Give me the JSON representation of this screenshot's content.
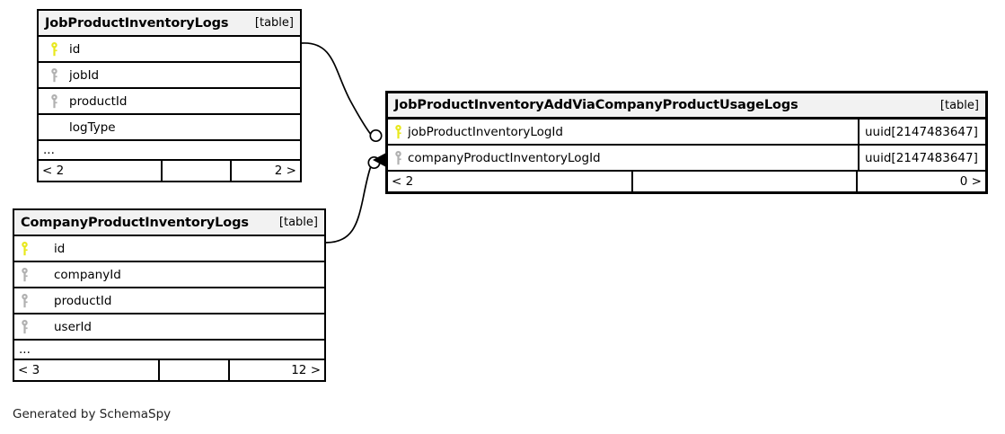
{
  "diagram": {
    "type": "entity-relationship-diagram",
    "generator_note": "Generated by SchemaSpy",
    "table_tag": "[table]",
    "ellipsis": "..."
  },
  "tables": [
    {
      "id": "job-product-inventory-logs",
      "name": "JobProductInventoryLogs",
      "tag": "[table]",
      "columns": [
        {
          "name": "id",
          "key": "primary"
        },
        {
          "name": "jobId",
          "key": "foreign"
        },
        {
          "name": "productId",
          "key": "foreign"
        },
        {
          "name": "logType",
          "key": "none"
        }
      ],
      "has_ellipsis": true,
      "footer": {
        "left": "< 2",
        "middle": "",
        "right": "2 >"
      }
    },
    {
      "id": "job-product-inventory-add-via-company-product-usage-logs",
      "name": "JobProductInventoryAddViaCompanyProductUsageLogs",
      "tag": "[table]",
      "columns": [
        {
          "name": "jobProductInventoryLogId",
          "key": "primary",
          "type": "uuid[2147483647]"
        },
        {
          "name": "companyProductInventoryLogId",
          "key": "foreign",
          "type": "uuid[2147483647]"
        }
      ],
      "has_ellipsis": false,
      "footer": {
        "left": "< 2",
        "middle": "",
        "right": "0 >"
      }
    },
    {
      "id": "company-product-inventory-logs",
      "name": "CompanyProductInventoryLogs",
      "tag": "[table]",
      "columns": [
        {
          "name": "id",
          "key": "primary"
        },
        {
          "name": "companyId",
          "key": "foreign"
        },
        {
          "name": "productId",
          "key": "foreign"
        },
        {
          "name": "userId",
          "key": "foreign"
        }
      ],
      "has_ellipsis": true,
      "footer": {
        "left": "< 3",
        "middle": "",
        "right": "12 >"
      }
    }
  ],
  "relationships": [
    {
      "id": "rel-jobproductinventorylogs-to-join",
      "from_table": "JobProductInventoryLogs",
      "from_column": "id",
      "to_table": "JobProductInventoryAddViaCompanyProductUsageLogs",
      "to_column": "jobProductInventoryLogId",
      "source_marker": "none",
      "target_marker": "zero-circle"
    },
    {
      "id": "rel-companyproductinventorylogs-to-join",
      "from_table": "CompanyProductInventoryLogs",
      "from_column": "id",
      "to_table": "JobProductInventoryAddViaCompanyProductUsageLogs",
      "to_column": "companyProductInventoryLogId",
      "source_marker": "none",
      "target_marker": "zero-circle-with-arrow"
    }
  ],
  "colors": {
    "primary_key_icon": "#e8e81c",
    "foreign_key_icon": "#b0b0b0",
    "border": "#000000",
    "header_background": "#f2f2f2",
    "row_background": "#ffffff",
    "page_background": "#ffffff"
  },
  "icon_names": {
    "primary_key": "key-icon-primary",
    "foreign_key": "key-icon-foreign"
  }
}
